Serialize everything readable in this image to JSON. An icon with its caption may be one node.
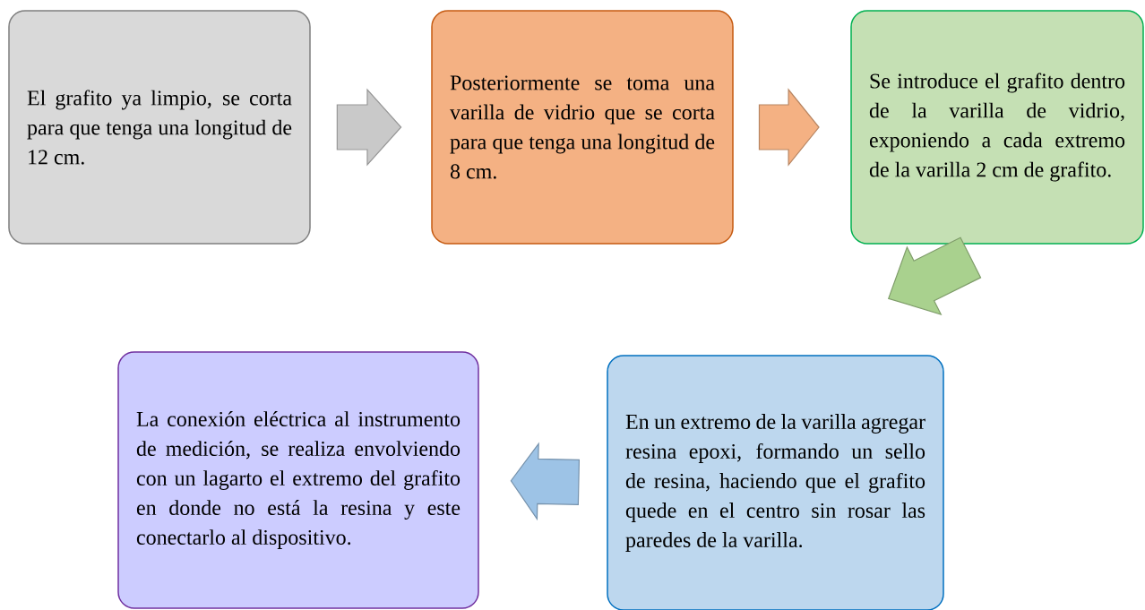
{
  "diagram": {
    "nodes": [
      {
        "text": [
          "El grafito ya limpio, se corta para que tenga una longitud de 12 cm."
        ]
      },
      {
        "text": [
          "Posteriormente se toma una varilla de vidrio que se corta para que tenga una longitud de 8 cm."
        ]
      },
      {
        "text": [
          "Se introduce el grafito dentro de la varilla de vidrio, exponiendo a cada extremo de la varilla 2 cm de grafito."
        ]
      },
      {
        "text": [
          "En un extremo de la varilla agregar resina epoxi, formando un sello de resina, haciendo que el grafito quede en el centro sin rosar las paredes de la varilla."
        ]
      },
      {
        "text": [
          "La conexión eléctrica al instrumento de medición, se realiza envolviendo con un lagarto el extremo del grafito en donde no está la resina y este conectarlo al dispositivo."
        ]
      }
    ],
    "edges": [
      {
        "from": 0,
        "to": 1,
        "arrow": "to",
        "color": "#c9c9c9"
      },
      {
        "from": 1,
        "to": 2,
        "arrow": "to",
        "color": "#f4b183"
      },
      {
        "from": 2,
        "to": 3,
        "arrow": "to",
        "color": "#a9d18e"
      },
      {
        "from": 3,
        "to": 4,
        "arrow": "to",
        "color": "#9dc3e6"
      }
    ]
  }
}
